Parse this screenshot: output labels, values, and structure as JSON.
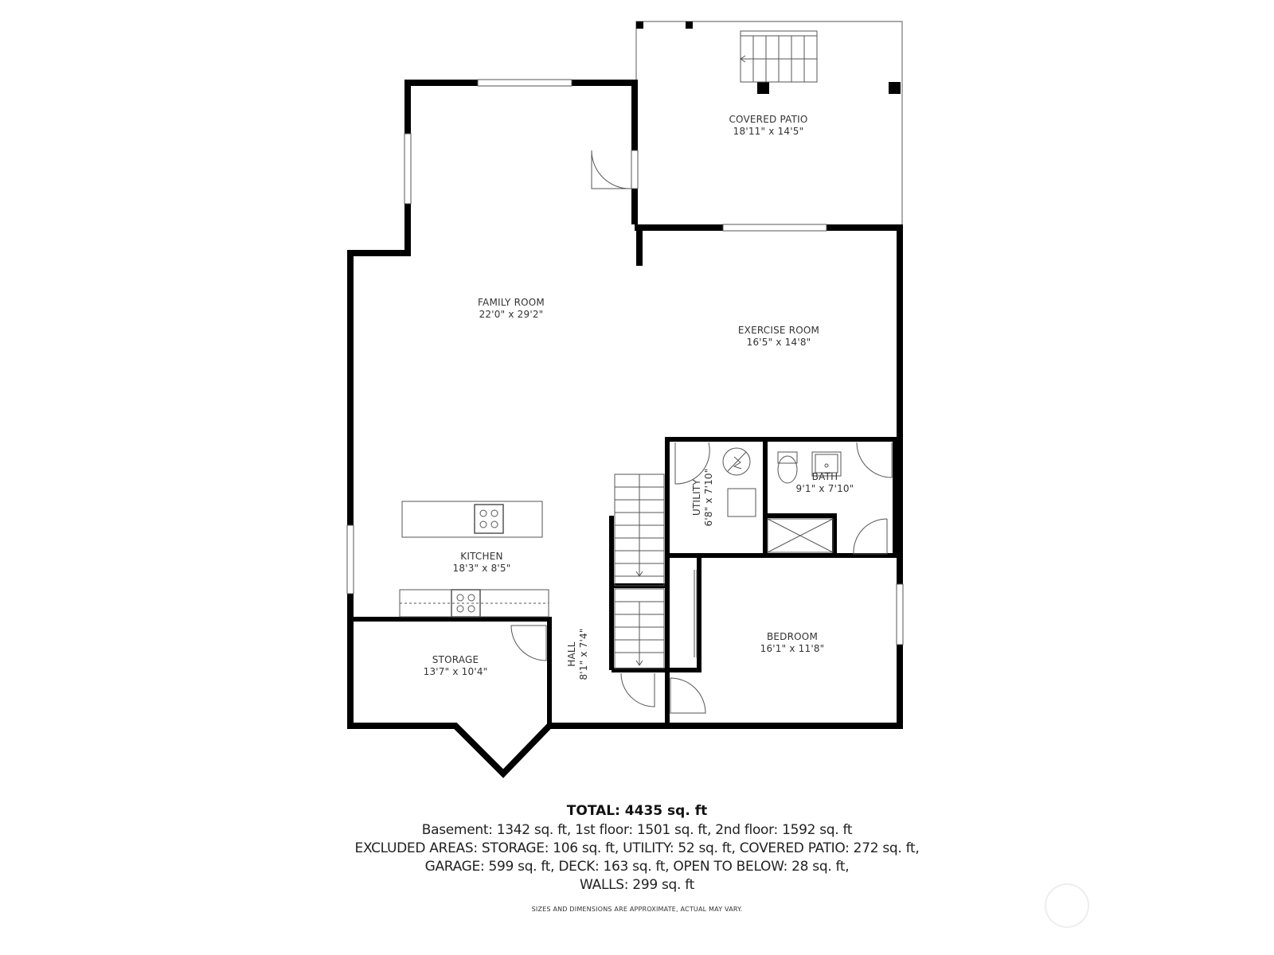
{
  "rooms": {
    "covered_patio": {
      "name": "COVERED PATIO",
      "dims": "18'11\" x 14'5\""
    },
    "family_room": {
      "name": "FAMILY ROOM",
      "dims": "22'0\" x 29'2\""
    },
    "exercise_room": {
      "name": "EXERCISE ROOM",
      "dims": "16'5\" x 14'8\""
    },
    "utility": {
      "name": "UTILITY",
      "dims": "6'8\" x 7'10\""
    },
    "bath": {
      "name": "BATH",
      "dims": "9'1\" x 7'10\""
    },
    "kitchen": {
      "name": "KITCHEN",
      "dims": "18'3\" x 8'5\""
    },
    "storage": {
      "name": "STORAGE",
      "dims": "13'7\" x 10'4\""
    },
    "hall": {
      "name": "HALL",
      "dims": "8'1\" x 7'4\""
    },
    "bedroom": {
      "name": "BEDROOM",
      "dims": "16'1\" x 11'8\""
    }
  },
  "footer": {
    "total": "TOTAL: 4435 sq. ft",
    "line1": "Basement: 1342 sq. ft, 1st floor: 1501 sq. ft, 2nd floor: 1592 sq. ft",
    "line2": "EXCLUDED AREAS: STORAGE: 106 sq. ft, UTILITY: 52 sq. ft, COVERED PATIO: 272 sq. ft,",
    "line3": "GARAGE: 599 sq. ft, DECK: 163 sq. ft, OPEN TO BELOW: 28 sq. ft,",
    "line4": "WALLS: 299 sq. ft",
    "disclaimer": "SIZES AND DIMENSIONS ARE APPROXIMATE, ACTUAL MAY VARY."
  },
  "colors": {
    "wall": "#000000",
    "background": "#ffffff",
    "fixture": "#555555"
  }
}
